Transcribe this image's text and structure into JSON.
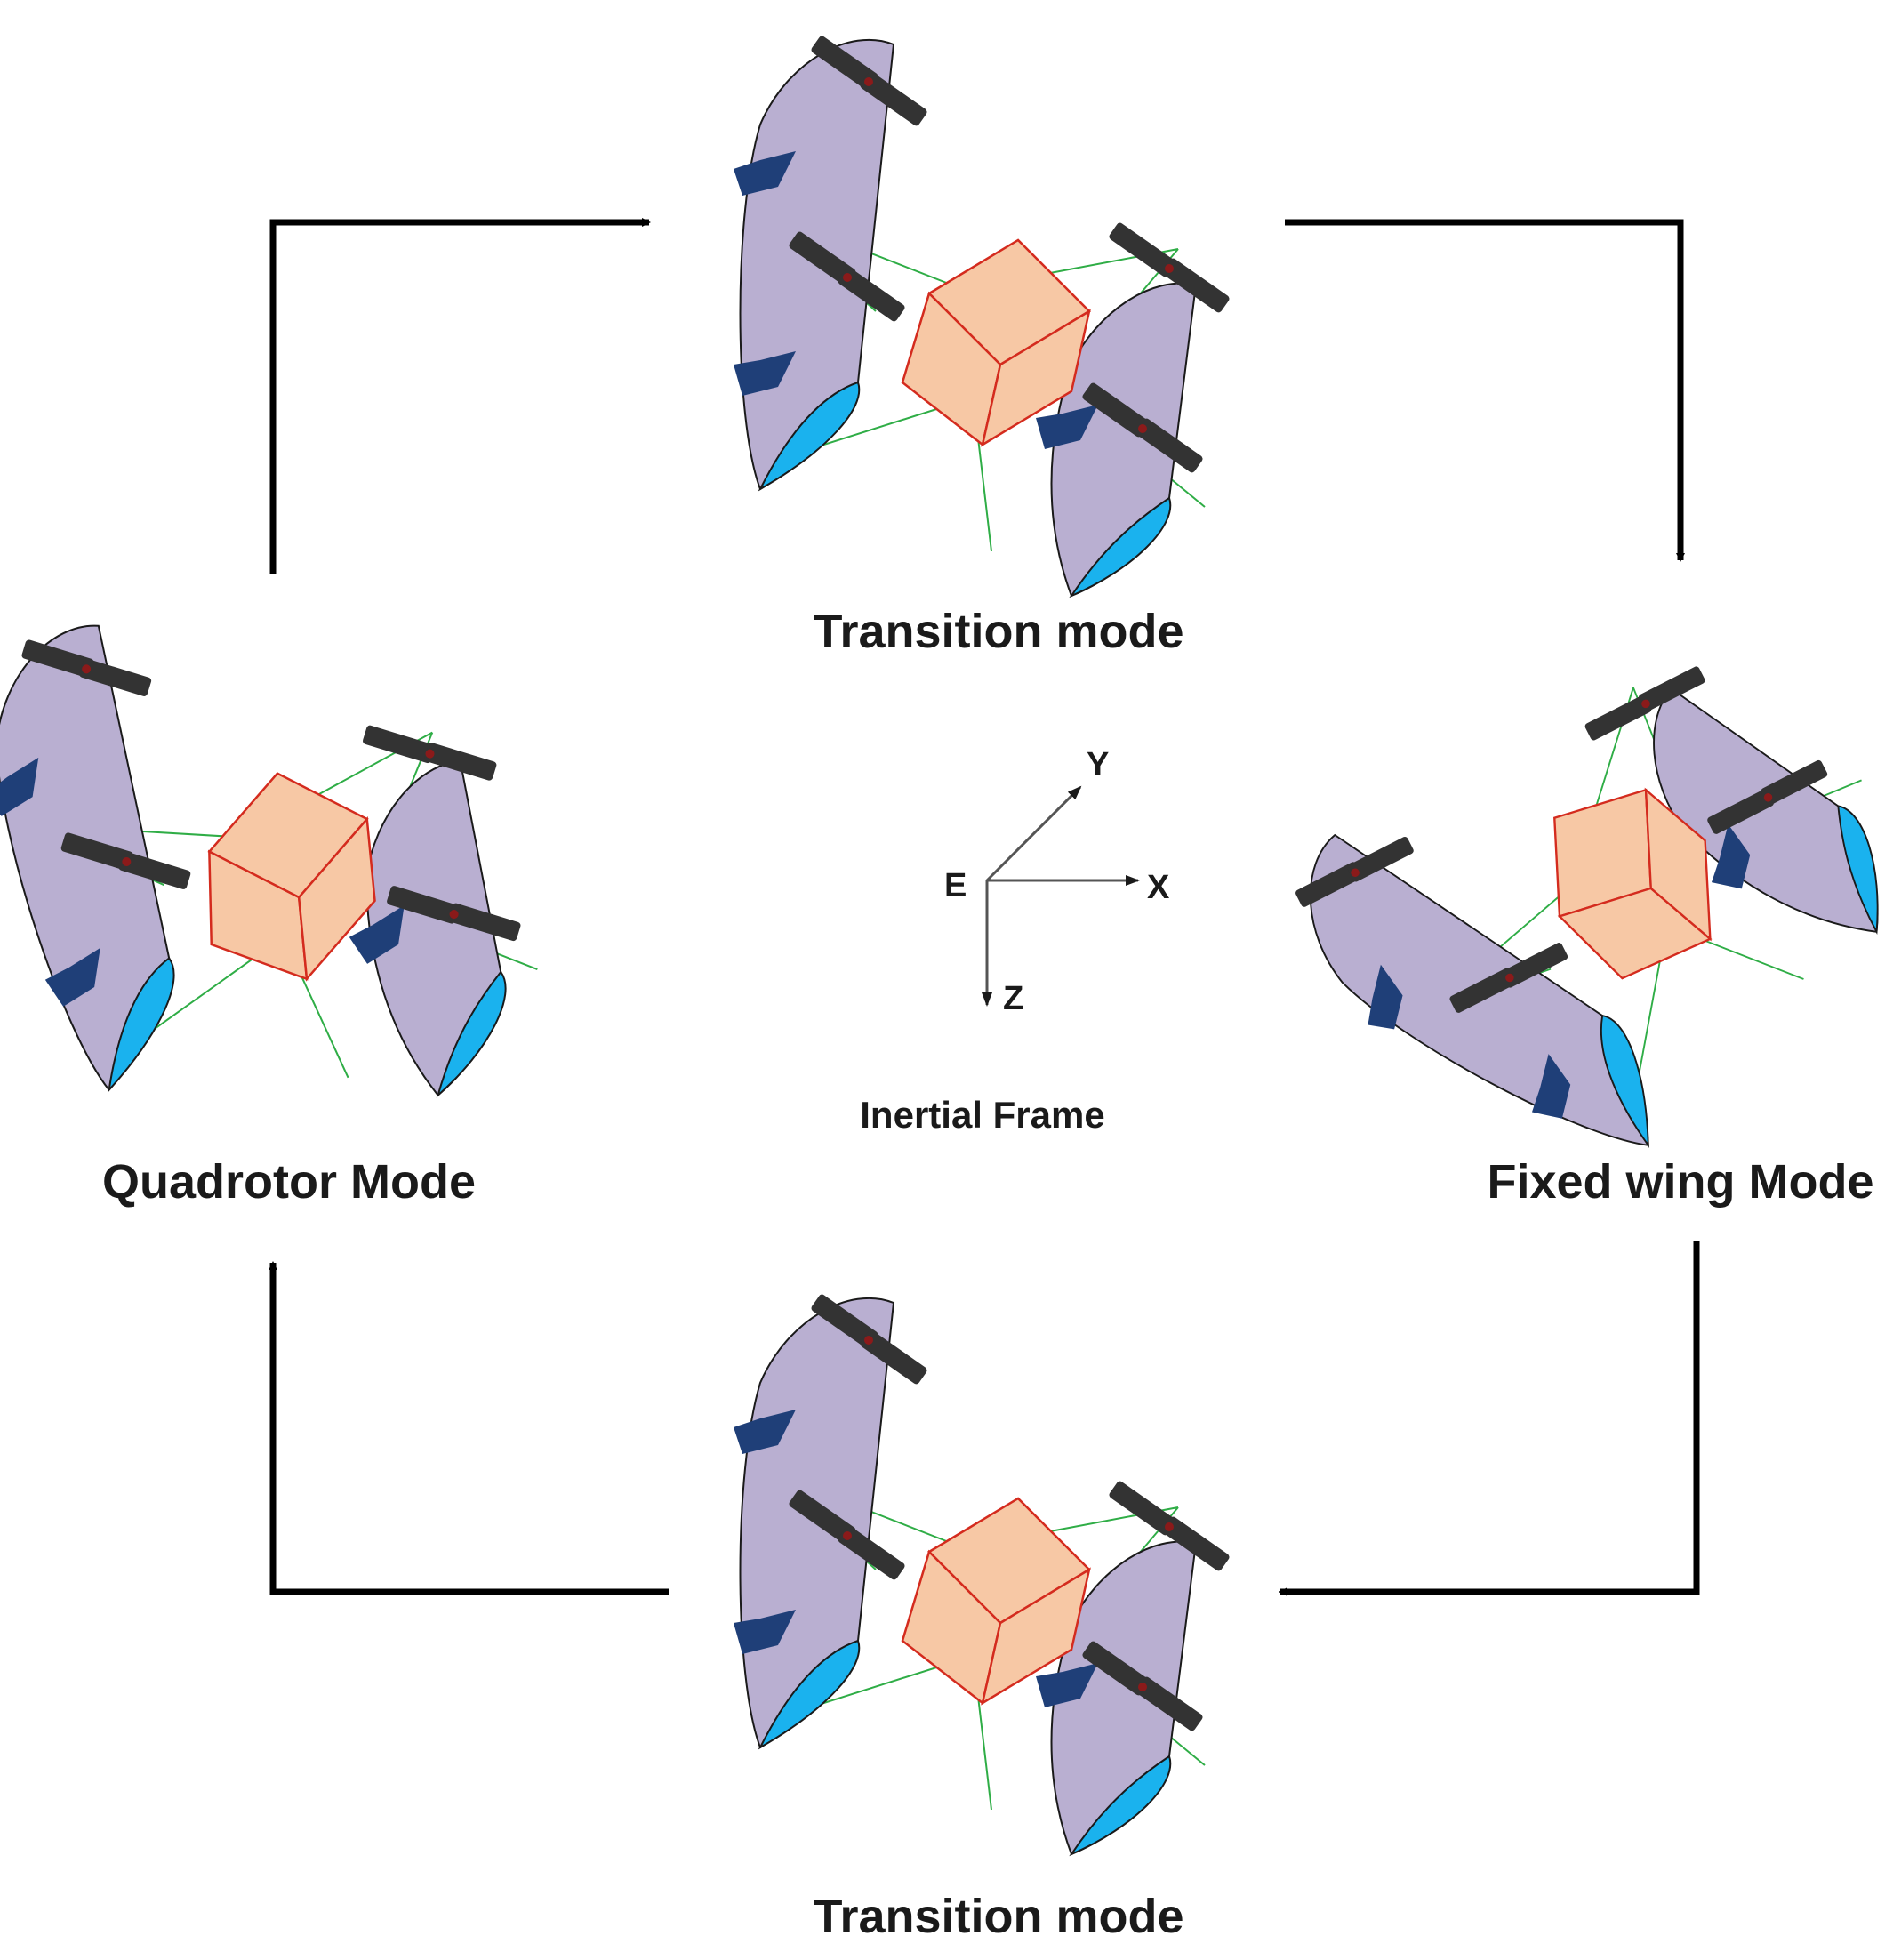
{
  "labels": {
    "transition_top": "Transition mode",
    "transition_bottom": "Transition mode",
    "quadrotor": "Quadrotor Mode",
    "fixed_wing": "Fixed wing Mode",
    "inertial_frame": "Inertial Frame"
  },
  "axes": {
    "origin": "E",
    "x": "X",
    "y": "Y",
    "z": "Z"
  },
  "colors": {
    "wing": "#b9afd1",
    "airfoil": "#1ab2ee",
    "fuselage": "#f7c8a5",
    "fuselage_edge": "#d42b1e",
    "tail": "#1f3f78",
    "rotor": "#333333",
    "strut": "#2fad46",
    "arrow": "#000000"
  },
  "icons": {
    "vehicle": "tiltwing-quadplane-icon",
    "flow_arrow": "bent-arrow-icon"
  }
}
